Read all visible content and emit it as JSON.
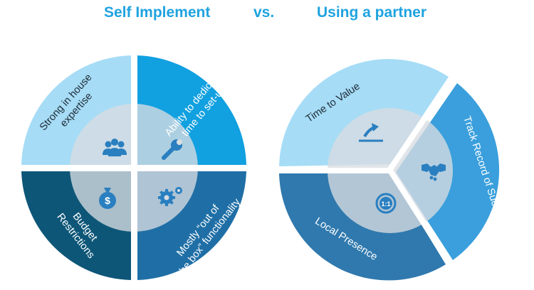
{
  "header": {
    "left_title": "Self Implement",
    "vs": "vs.",
    "right_title": "Using a partner"
  },
  "colors": {
    "heading": "#1fa3e0",
    "light_blue": "#a6dcf6",
    "bright_blue": "#11a0e0",
    "dark_navy": "#0d5678",
    "mid_navy": "#2f79ae",
    "center_overlay": "#cdd4d9",
    "icon_blue": "#2a7fc0",
    "text_dark": "#1e2b36",
    "text_light": "#ffffff"
  },
  "left_wheel": {
    "segments": [
      {
        "label_lines": [
          "Strong in house",
          "expertise"
        ],
        "icon": "people-icon"
      },
      {
        "label_lines": [
          "Ability to dedicate",
          "time to set-up"
        ],
        "icon": "wrench-icon"
      },
      {
        "label_lines": [
          "Budget",
          "Restrictions"
        ],
        "icon": "money-bag-icon"
      },
      {
        "label_lines": [
          "Mostly “out of",
          "the box” functionality"
        ],
        "icon": "gears-icon"
      }
    ]
  },
  "right_wheel": {
    "segments": [
      {
        "label_lines": [
          "Time to Value"
        ],
        "icon": "upward-arrow-icon"
      },
      {
        "label_lines": [
          "Track Record of Success"
        ],
        "icon": "handshake-icon"
      },
      {
        "label_lines": [
          "Local Presence"
        ],
        "icon": "one-to-one-icon"
      }
    ]
  }
}
